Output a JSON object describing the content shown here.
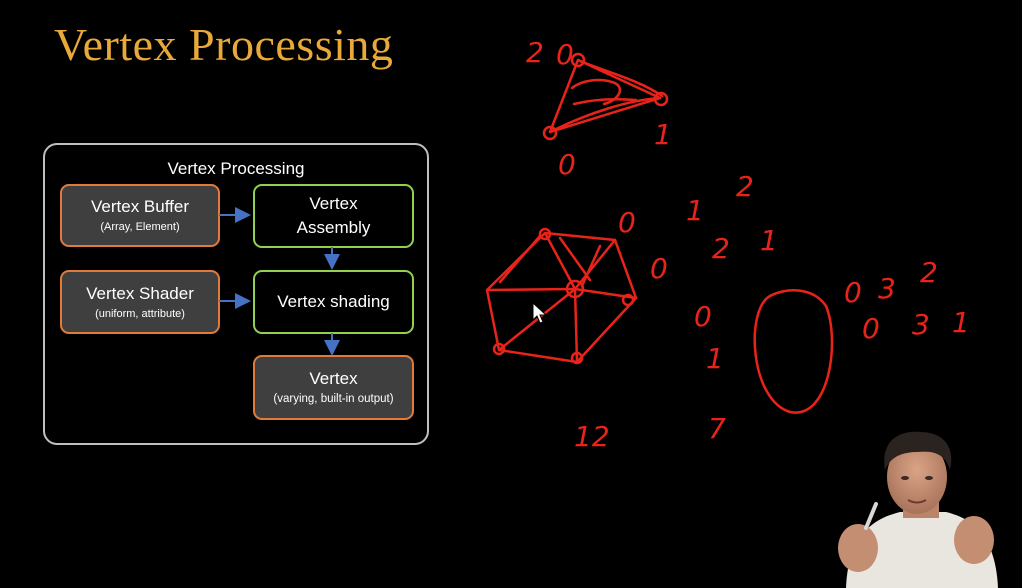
{
  "slide": {
    "title": "Vertex Processing",
    "title_color": "#e8a93a"
  },
  "diagram": {
    "title": "Vertex Processing",
    "nodes": {
      "vertex_buffer": {
        "label": "Vertex Buffer",
        "sub": "(Array, Element)"
      },
      "vertex_shader": {
        "label": "Vertex Shader",
        "sub": "(uniform, attribute)"
      },
      "vertex_assembly": {
        "label": "Vertex Assembly"
      },
      "vertex_shading": {
        "label": "Vertex shading"
      },
      "vertex_output": {
        "label": "Vertex",
        "sub": "(varying, built-in output)"
      }
    },
    "colors": {
      "grey_border": "#e07b3a",
      "green_border": "#92d050",
      "arrow": "#4472c4",
      "panel_border": "#bfbfbf"
    }
  },
  "annotations": {
    "ink_color": "#e8231a",
    "numbers": [
      "2",
      "0",
      "1",
      "0",
      "1",
      "2",
      "0",
      "2",
      "1",
      "0",
      "0",
      "1",
      "0",
      "3",
      "2",
      "0",
      "3",
      "1",
      "12",
      "7"
    ]
  }
}
